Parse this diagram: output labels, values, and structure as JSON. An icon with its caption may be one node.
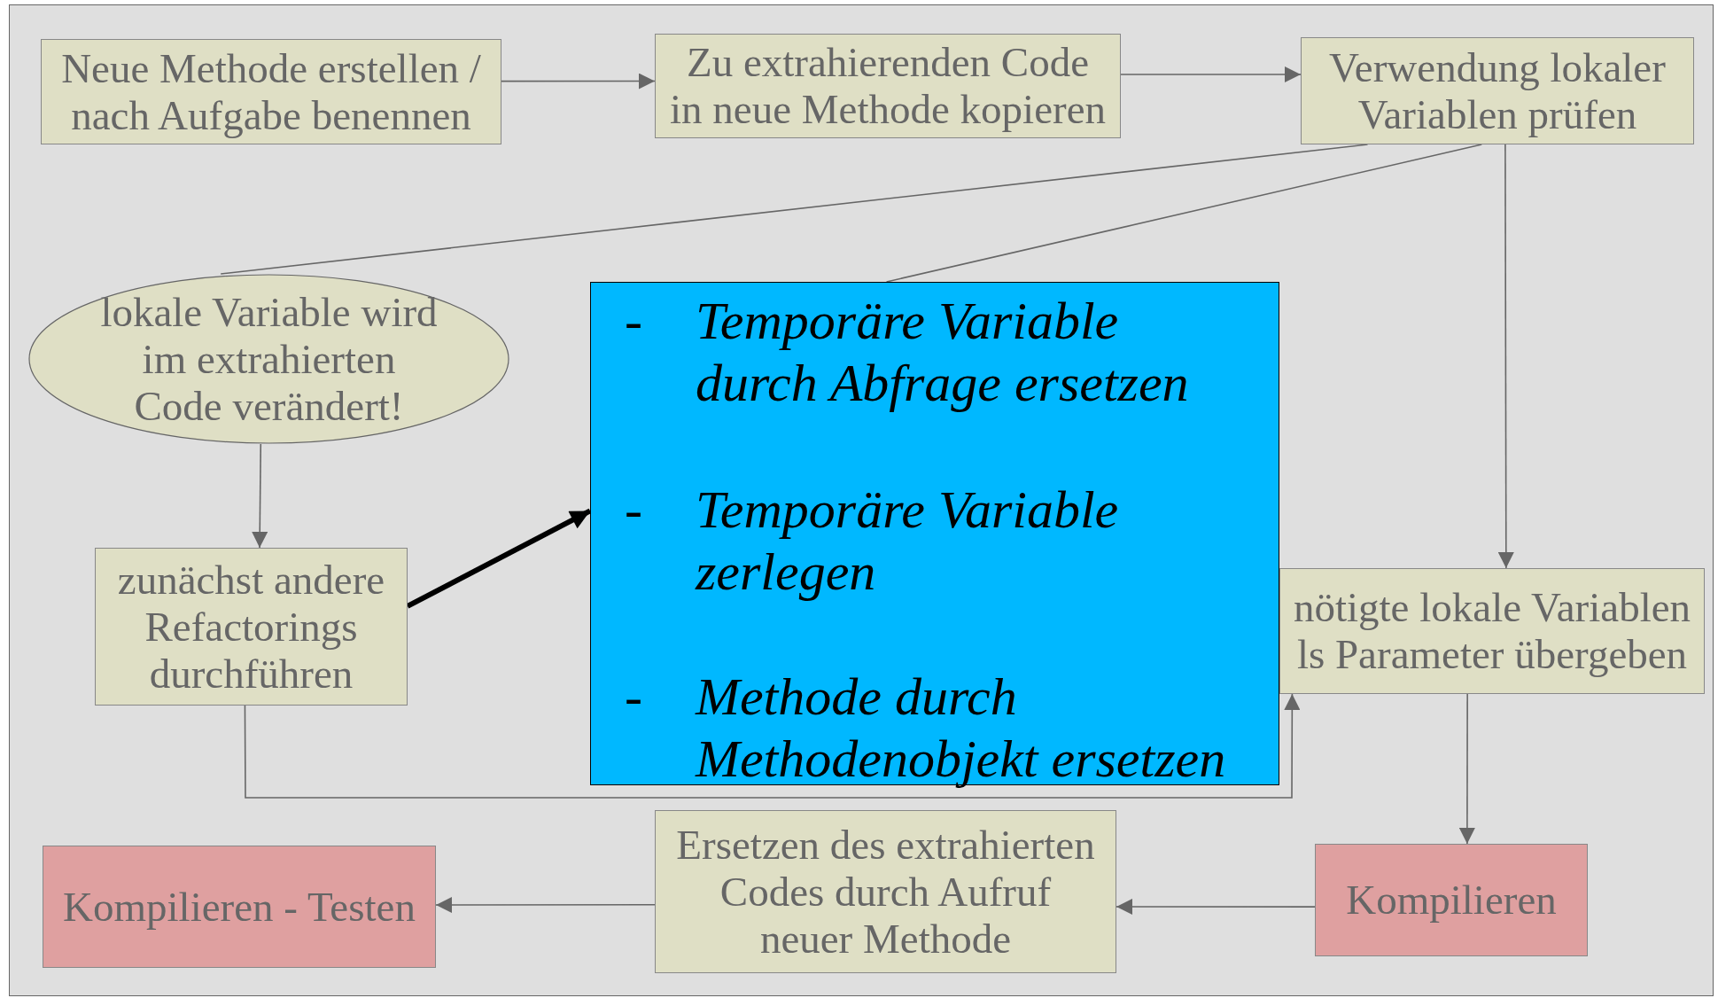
{
  "diagram": {
    "nodes": [
      {
        "text": [
          "Neue Methode erstellen / nach Aufgabe benennen"
        ]
      },
      {
        "text": [
          "Zu extrahierenden Code in neue Methode kopieren"
        ]
      },
      {
        "text": [
          "Verwendung lokaler Variablen prüfen"
        ]
      },
      {
        "text": [
          "lokale Variable wird im extrahierten Code verändert!"
        ]
      },
      {
        "text": [
          "-",
          "Temporäre Variable durch Abfrage ersetzen",
          "-",
          "Temporäre Variable zerlegen",
          "-",
          "Methode durch Methodenobjekt ersetzen"
        ]
      },
      {
        "text": [
          "zunächst andere Refactorings durchführen"
        ]
      },
      {
        "text": [
          "nötigte lokale Variablen ls Parameter übergeben"
        ]
      },
      {
        "text": [
          "Kompilieren - Testen"
        ]
      },
      {
        "text": [
          "Ersetzen des extrahierten Codes durch Aufruf neuer Methode"
        ]
      },
      {
        "text": [
          "Kompilieren"
        ]
      }
    ],
    "edges": [
      {
        "from": 0,
        "to": 1,
        "arrow": "to"
      },
      {
        "from": 1,
        "to": 2,
        "arrow": "to"
      },
      {
        "from": 2,
        "to": 3,
        "arrow": "none"
      },
      {
        "from": 2,
        "to": 4,
        "arrow": "none"
      },
      {
        "from": 2,
        "to": 6,
        "arrow": "to"
      },
      {
        "from": 3,
        "to": 5,
        "arrow": "to"
      },
      {
        "from": 5,
        "to": 4,
        "arrow": "to",
        "style": "thick",
        "color": "#000000"
      },
      {
        "from": 5,
        "to": 6,
        "arrow": "to"
      },
      {
        "from": 6,
        "to": 9,
        "arrow": "to"
      },
      {
        "from": 9,
        "to": 8,
        "arrow": "to"
      },
      {
        "from": 8,
        "to": 7,
        "arrow": "to"
      }
    ]
  }
}
